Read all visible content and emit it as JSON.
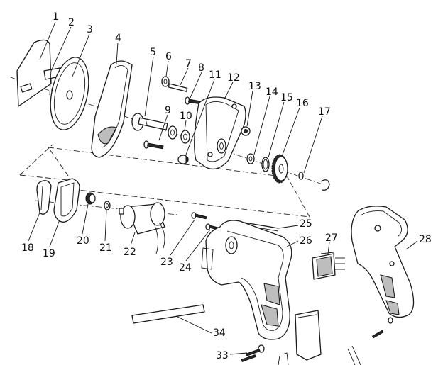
{
  "parts": [
    {
      "id": "1",
      "label": "1"
    },
    {
      "id": "2",
      "label": "2"
    },
    {
      "id": "3",
      "label": "3"
    },
    {
      "id": "4",
      "label": "4"
    },
    {
      "id": "5",
      "label": "5"
    },
    {
      "id": "6",
      "label": "6"
    },
    {
      "id": "7",
      "label": "7"
    },
    {
      "id": "8",
      "label": "8"
    },
    {
      "id": "9",
      "label": "9"
    },
    {
      "id": "10",
      "label": "10"
    },
    {
      "id": "11",
      "label": "11"
    },
    {
      "id": "12",
      "label": "12"
    },
    {
      "id": "13",
      "label": "13"
    },
    {
      "id": "14",
      "label": "14"
    },
    {
      "id": "15",
      "label": "15"
    },
    {
      "id": "16",
      "label": "16"
    },
    {
      "id": "17",
      "label": "17"
    },
    {
      "id": "18",
      "label": "18"
    },
    {
      "id": "19",
      "label": "19"
    },
    {
      "id": "20",
      "label": "20"
    },
    {
      "id": "21",
      "label": "21"
    },
    {
      "id": "22",
      "label": "22"
    },
    {
      "id": "23",
      "label": "23"
    },
    {
      "id": "24",
      "label": "24"
    },
    {
      "id": "25",
      "label": "25"
    },
    {
      "id": "26",
      "label": "26"
    },
    {
      "id": "27",
      "label": "27"
    },
    {
      "id": "28",
      "label": "28"
    },
    {
      "id": "33",
      "label": "33"
    },
    {
      "id": "34",
      "label": "34"
    }
  ]
}
